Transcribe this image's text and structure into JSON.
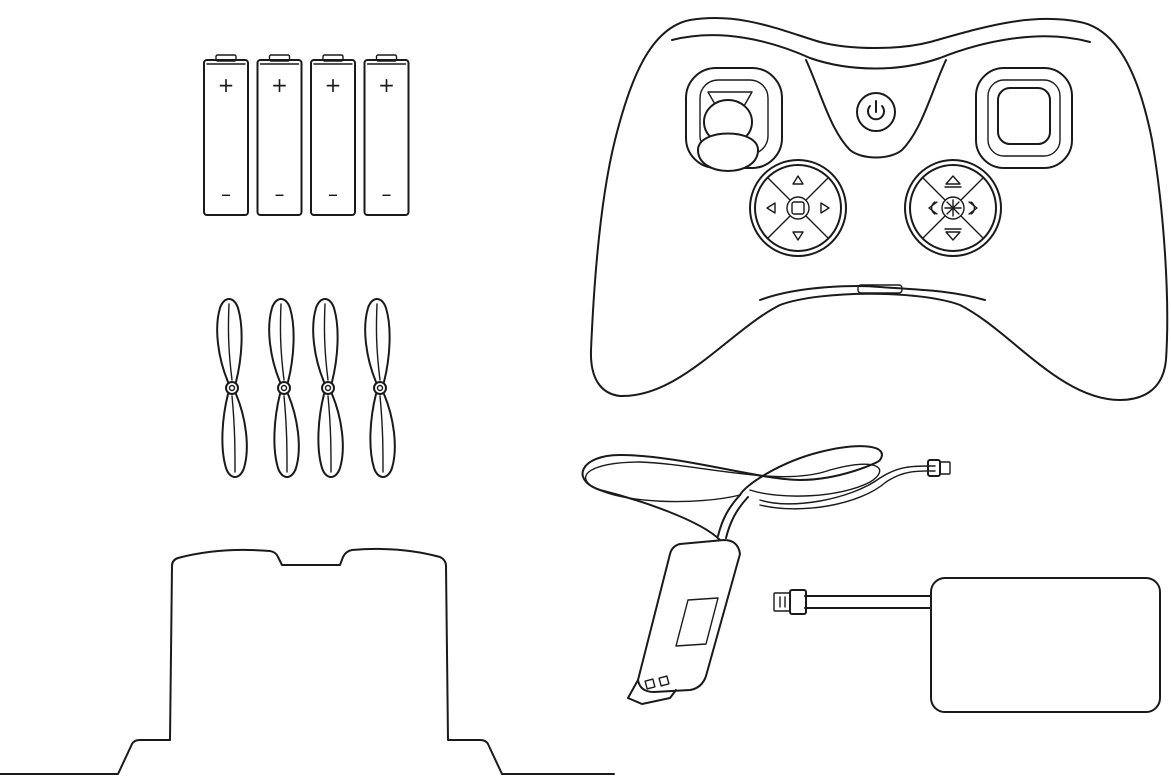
{
  "battery": {
    "count": 4,
    "positive_symbol": "+",
    "negative_symbol": "–"
  },
  "propeller": {
    "count": 4
  },
  "controller": {
    "icons": [
      "power-icon",
      "dpad-left",
      "dpad-right"
    ]
  },
  "colors": {
    "stroke": "#1a1a1a",
    "background": "#ffffff"
  }
}
